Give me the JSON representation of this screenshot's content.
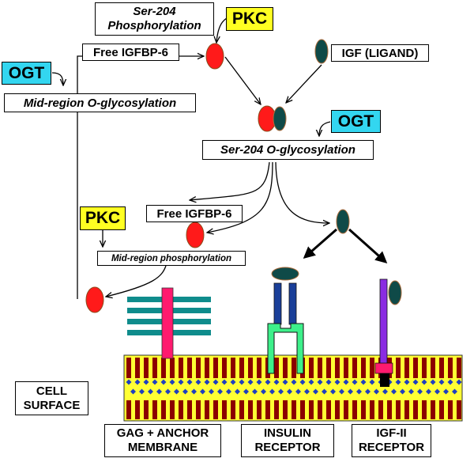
{
  "labels": {
    "ser204_phos": "Ser-204\nPhosphorylation",
    "pkc_top": "PKC",
    "ogt_left": "OGT",
    "free_igfbp6_top": "Free IGFBP-6",
    "igf_ligand": "IGF (LIGAND)",
    "mid_glyco": "Mid-region O-glycosylation",
    "ogt_right": "OGT",
    "ser204_glyco": "Ser-204 O-glycosylation",
    "pkc_mid": "PKC",
    "free_igfbp6_mid": "Free IGFBP-6",
    "mid_phos": "Mid-region phosphorylation",
    "cell_surface": "CELL\nSURFACE",
    "gag_anchor": "GAG + ANCHOR\nMEMBRANE",
    "insulin_receptor": "INSULIN\nRECEPTOR",
    "igf2_receptor": "IGF-II\nRECEPTOR"
  },
  "colors": {
    "igfbp6": "#ff1a1a",
    "igf": "#0f4a48",
    "ogt_box": "#33d6f0",
    "pkc_box": "#ffff22",
    "membrane": "#ffff33",
    "lipid_tail": "#8b0000",
    "lipid_head": "#1f3fbf",
    "gag_chain": "#0f8c8c",
    "anchor": "#ff1a6e",
    "insulin_alpha": "#1a3f99",
    "insulin_beta": "#3df08a",
    "igf2_receptor": "#8a2be2"
  }
}
